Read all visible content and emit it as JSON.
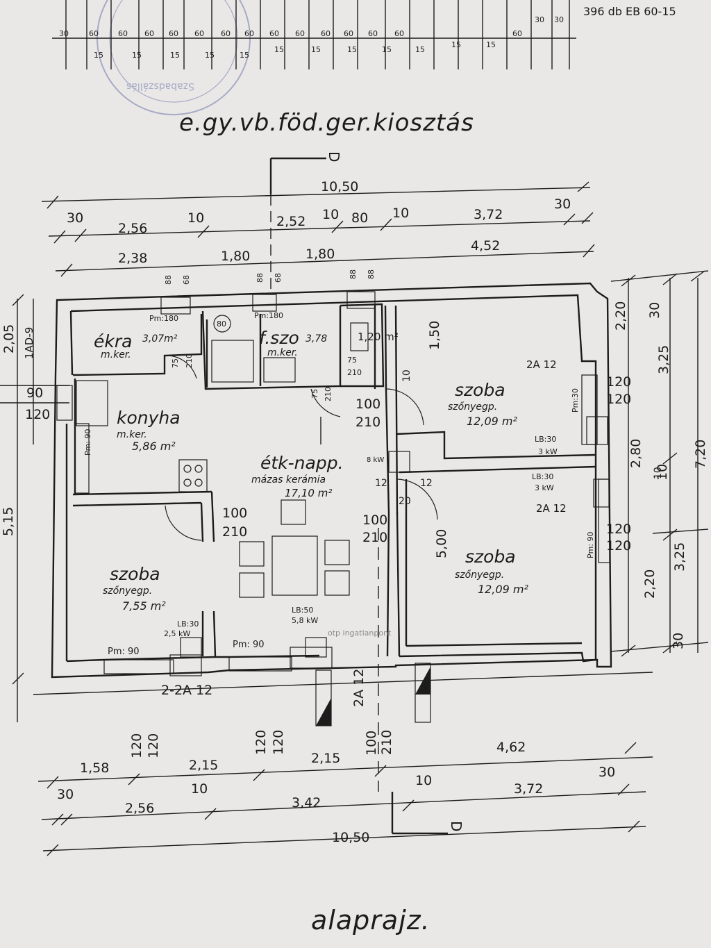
{
  "header": {
    "count_text": "396 db EB 60-15",
    "beam_dims": [
      "30",
      "60",
      "60",
      "60",
      "60",
      "60",
      "60",
      "60",
      "60",
      "60",
      "60",
      "60",
      "60",
      "60",
      "60",
      "30",
      "30"
    ],
    "beam_gaps": [
      "15",
      "15",
      "15",
      "15",
      "15",
      "15",
      "15",
      "15",
      "15",
      "15",
      "15",
      "15"
    ],
    "stamp_text": "Szabadszállás"
  },
  "title": "e.gy.vb.föd.ger.kiosztás",
  "footer_title": "alaprajz.",
  "section_mark": "D",
  "watermark": "otp ingatlanpont",
  "dims_top": {
    "total": "10,50",
    "row1": [
      "30",
      "2,56",
      "10",
      "2,52",
      "10",
      "80",
      "10",
      "3,72",
      "30"
    ],
    "row2": [
      "2,38",
      "1,80",
      "1,80",
      "4,52"
    ],
    "openings": [
      "88",
      "68",
      "88",
      "68",
      "88",
      "88"
    ]
  },
  "dims_bottom": {
    "row1": [
      "1,58",
      "120",
      "120",
      "2,15",
      "120",
      "120",
      "2,15",
      "100",
      "210",
      "4,62"
    ],
    "row2": [
      "30",
      "2,56",
      "10",
      "3,42",
      "10",
      "3,72",
      "30"
    ],
    "total": "10,50",
    "lintel": "2A 12",
    "lintel2": "2-2A 12"
  },
  "dims_left": {
    "row1": [
      "2,05",
      "1AD-9",
      "90",
      "120"
    ],
    "total": "5,15"
  },
  "dims_right": {
    "row1": [
      "2,20",
      "120",
      "120",
      "2,80",
      "120",
      "120",
      "2,20"
    ],
    "row2": [
      "30",
      "3,25",
      "10",
      "3,25",
      "30"
    ],
    "total": "7,20"
  },
  "rooms": {
    "ekra": {
      "name": "ékra",
      "area": "3,07m²",
      "floor": "m.ker."
    },
    "fszo": {
      "name": "f.szo",
      "area": "3,78",
      "floor": "m.ker."
    },
    "wc": {
      "area": "1,20 m²"
    },
    "konyha": {
      "name": "konyha",
      "floor": "m.ker.",
      "area": "5,86 m²"
    },
    "etk": {
      "name": "étk-napp.",
      "floor": "mázas kerámia",
      "area": "17,10 m²"
    },
    "szoba_ne": {
      "name": "szoba",
      "floor": "szőnyegp.",
      "area": "12,09 m²"
    },
    "szoba_se": {
      "name": "szoba",
      "floor": "szőnyegp.",
      "area": "12,09 m²"
    },
    "szoba_w": {
      "name": "szoba",
      "floor": "szőnyegp.",
      "area": "7,55 m²"
    }
  },
  "annotations": {
    "pm180a": "Pm:180",
    "pm180b": "Pm:180",
    "pm90a": "Pm: 90",
    "pm90b": "Pm: 90",
    "pm90c": "Pm: 90",
    "pm90d": "Pm: 90",
    "pm30": "Pm:30",
    "tub": "80",
    "d75a": "75",
    "d210a": "210",
    "d75b": "75",
    "d210b": "210",
    "d75c": "75",
    "d210c": "210",
    "d100a": "100",
    "d210d": "210",
    "d100b": "100",
    "d210e": "210",
    "d100c": "100",
    "d210f": "210",
    "d150": "1,50",
    "d500": "5,00",
    "d10a": "10",
    "d12a": "12",
    "d12b": "12",
    "d20": "20",
    "d10b": "10",
    "stove8": "8 kW",
    "lb30a": "LB:30",
    "kw3a": "3 kW",
    "lb30b": "LB:30",
    "kw3b": "3 kW",
    "lb50": "LB:50",
    "kw58": "5,8 kW",
    "lb30c": "LB:30",
    "kw25": "2,5 kW",
    "a12a": "2A 12",
    "a12b": "2A 12"
  }
}
